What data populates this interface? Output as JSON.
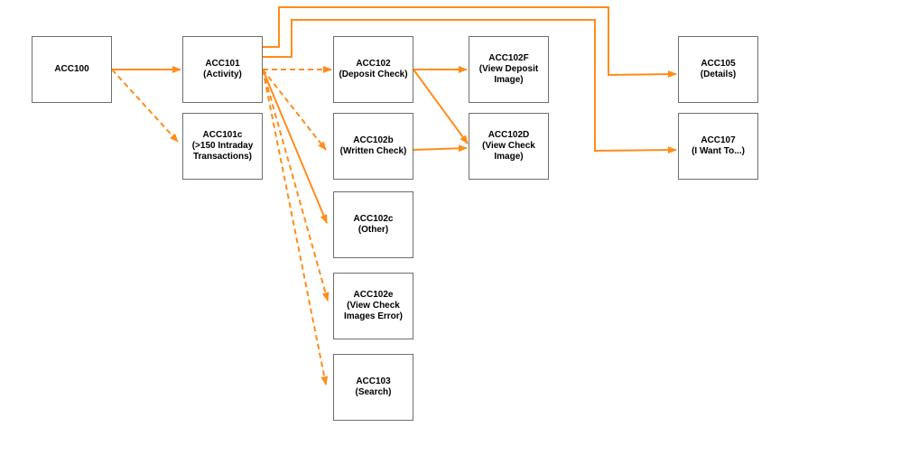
{
  "colors": {
    "edge": "#ff8c1a",
    "node_border": "#6e6e6e"
  },
  "nodes": {
    "acc100": {
      "lines": [
        "ACC100"
      ]
    },
    "acc101": {
      "lines": [
        "ACC101",
        "(Activity)"
      ]
    },
    "acc101c": {
      "lines": [
        "ACC101c",
        "(>150 Intraday",
        "Transactions)"
      ]
    },
    "acc102": {
      "lines": [
        "ACC102",
        "(Deposit Check)"
      ]
    },
    "acc102b": {
      "lines": [
        "ACC102b",
        "(Written Check)"
      ]
    },
    "acc102c": {
      "lines": [
        "ACC102c",
        "(Other)"
      ]
    },
    "acc102e": {
      "lines": [
        "ACC102e",
        "(View Check",
        "Images Error)"
      ]
    },
    "acc103": {
      "lines": [
        "ACC103",
        "(Search)"
      ]
    },
    "acc102f": {
      "lines": [
        "ACC102F",
        "(View Deposit",
        "Image)"
      ]
    },
    "acc102d": {
      "lines": [
        "ACC102D",
        "(View Check",
        "Image)"
      ]
    },
    "acc105": {
      "lines": [
        "ACC105",
        "(Details)"
      ]
    },
    "acc107": {
      "lines": [
        "ACC107",
        "(I Want To...)"
      ]
    }
  },
  "edges": [
    {
      "from": "acc100",
      "to": "acc101",
      "style": "solid"
    },
    {
      "from": "acc100",
      "to": "acc101c",
      "style": "dashed"
    },
    {
      "from": "acc101",
      "to": "acc102",
      "style": "dashed"
    },
    {
      "from": "acc101",
      "to": "acc102b",
      "style": "dashed"
    },
    {
      "from": "acc101",
      "to": "acc102c",
      "style": "solid"
    },
    {
      "from": "acc101",
      "to": "acc102e",
      "style": "dashed"
    },
    {
      "from": "acc101",
      "to": "acc103",
      "style": "dashed"
    },
    {
      "from": "acc101",
      "to": "acc105",
      "style": "solid"
    },
    {
      "from": "acc101",
      "to": "acc107",
      "style": "solid"
    },
    {
      "from": "acc102",
      "to": "acc102f",
      "style": "solid"
    },
    {
      "from": "acc102",
      "to": "acc102d",
      "style": "solid"
    },
    {
      "from": "acc102b",
      "to": "acc102d",
      "style": "solid"
    }
  ]
}
